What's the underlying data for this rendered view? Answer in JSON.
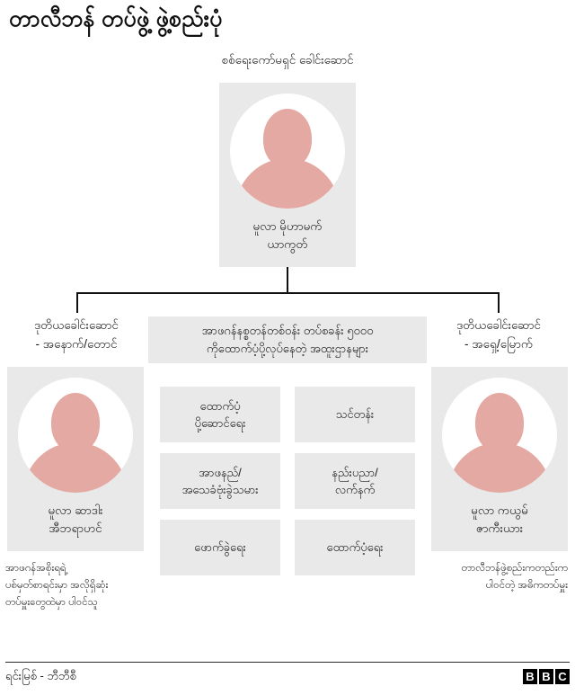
{
  "header": {
    "title": "တာလီဘန် တပ်ဖွဲ့ ဖွဲ့စည်းပုံ",
    "subtitle": "စစ်ရေးကော်မရှင် ခေါင်းဆောင်"
  },
  "top_card": {
    "name_line1": "မူလာ မိုဟာမက်",
    "name_line2": "ယာကွတ်",
    "avatar": "person-avatar-icon"
  },
  "left_branch": {
    "label_line1": "ဒုတိယခေါင်းဆောင်",
    "label_line2": "- အနောက်/တောင်",
    "name_line1": "မူလာ ဆာဒါး",
    "name_line2": "အီဘရာဟင်",
    "caption_line1": "အာဖဂန်အစိုးရရဲ့",
    "caption_line2": "ပစ်မှတ်စာရင်းမှာ အလိုရှိဆုံး",
    "caption_line3": "တပ်မှူးတွေထဲမှာ ပါဝင်သူ",
    "avatar": "person-avatar-icon"
  },
  "right_branch": {
    "label_line1": "ဒုတိယခေါင်းဆောင်",
    "label_line2": "- အရှေ့/မြောက်",
    "name_line1": "မူလာ ကယွမ်",
    "name_line2": "ဇာကီးယား",
    "caption_line1": "တာလီဘန်ဖွဲ့စည်းကတည်းက",
    "caption_line2": "ပါဝင်တဲ့ အဓိကတပ်မှူး",
    "avatar": "person-avatar-icon"
  },
  "center": {
    "heading_line1": "အာဖဂန်နစ္စတန်တစ်ဝန်း တပ်စခန်း ၅၀၀၀",
    "heading_line2": "ကိုထောက်ပံ့ပို့လုပ်နေတဲ့ အထူးဌာနများ",
    "camp_count": "၅၀၀၀",
    "units": [
      {
        "line1": "ထောက်ပံ့",
        "line2": "ပို့ဆောင်ရေး"
      },
      {
        "line1": "သင်တန်း",
        "line2": ""
      },
      {
        "line1": "အာဖနည်/",
        "line2": "အသေခံဗုံးခွဲသမား"
      },
      {
        "line1": "နည်းပညာ/",
        "line2": "လက်နက်"
      },
      {
        "line1": "ဖောက်ခွဲရေး",
        "line2": ""
      },
      {
        "line1": "ထောက်ပံ့ရေး",
        "line2": ""
      }
    ]
  },
  "footer": {
    "source": "ရင်းမြစ် - ဘီဘီစီ",
    "logo_letters": [
      "B",
      "B",
      "C"
    ]
  },
  "colors": {
    "card_background": "#e9e9e9",
    "avatar_fill": "#e3a9a2",
    "avatar_circle": "#ffffff",
    "connector": "#111111",
    "text": "#1a1a1a",
    "logo_background": "#000000"
  }
}
